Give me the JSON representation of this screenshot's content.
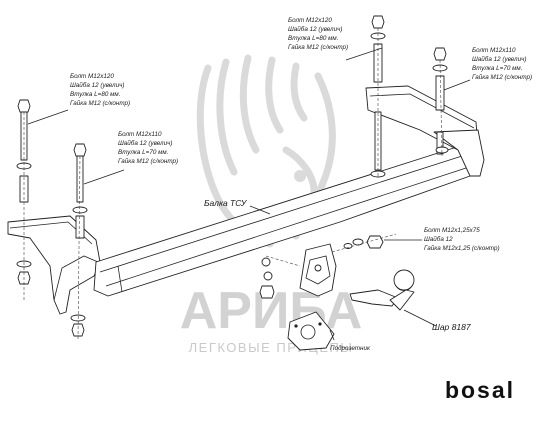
{
  "callouts": {
    "top_center": [
      "Болт M12x120",
      "Шайба 12 (увелич)",
      "Втулка L=80 мм.",
      "Гайка M12 (с/контр)"
    ],
    "top_right": [
      "Болт M12x110",
      "Шайба 12 (увелич)",
      "Втулка L=70 мм.",
      "Гайка M12 (с/контр)"
    ],
    "left_upper": [
      "Болт M12x120",
      "Шайба 12 (увелич)",
      "Втулка L=80 мм.",
      "Гайка M12 (с/контр)"
    ],
    "left_lower": [
      "Болт M12x110",
      "Шайба 12 (увелич)",
      "Втулка L=70 мм.",
      "Гайка M12 (с/контр)"
    ],
    "ball_bolt": [
      "Болт M12x1,25x75",
      "Шайба 12",
      "Гайка M12x1,25 (с/контр)"
    ]
  },
  "labels": {
    "beam": "Балка ТСУ",
    "ball": "Шар 8187",
    "socket_plate": "Подрозетник"
  },
  "watermark": {
    "main": "АРИБА",
    "sub": "ЛЕГКОВЫЕ ПРИЦЕПЫ"
  },
  "brand": {
    "logo": "bosal"
  }
}
